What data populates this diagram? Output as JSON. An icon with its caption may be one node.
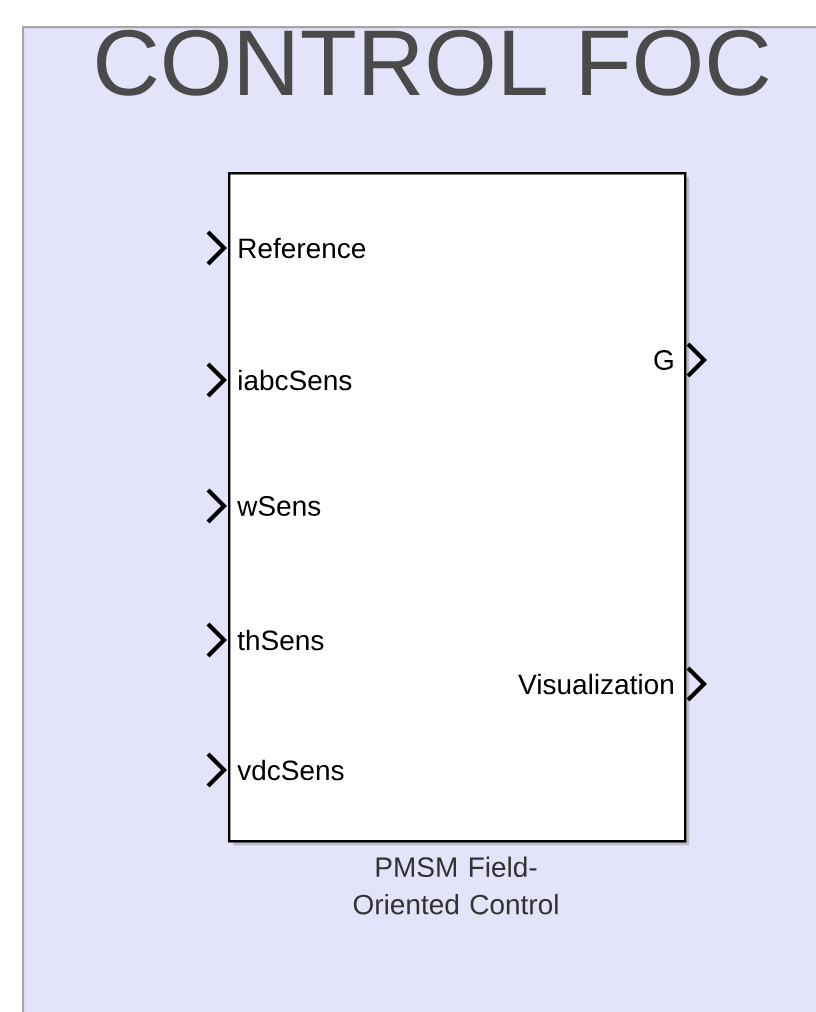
{
  "diagram": {
    "nodes": [
      {
        "text": [
          "CONTROL FOC"
        ]
      },
      {
        "text": [
          "Reference",
          "iabcSens",
          "wSens",
          "thSens",
          "vdcSens",
          "G",
          "Visualization"
        ],
        "in": 0,
        "beside": [
          "PMSM Field-Oriented Control"
        ]
      }
    ]
  }
}
